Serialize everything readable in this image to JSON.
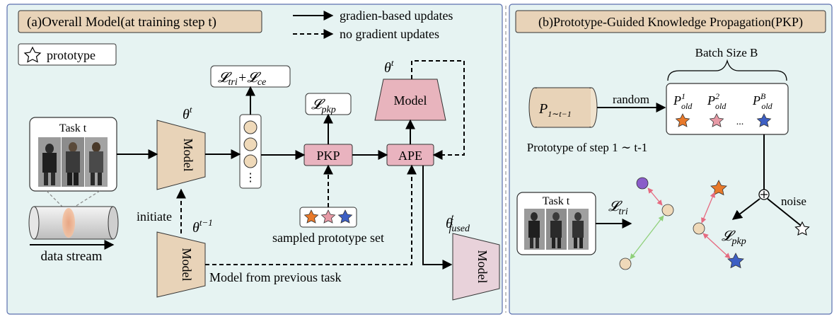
{
  "panel_a": {
    "title": "(a)Overall Model(at training step t)",
    "legend_prototype": "prototype",
    "legend_grad": "gradien-based updates",
    "legend_nograd": "no gradient updates",
    "task_title": "Task t",
    "data_stream": "data stream",
    "model_label": "Model",
    "theta_t": "θ",
    "theta_t_sup": "t",
    "theta_prev": "θ",
    "theta_prev_sup": "t−1",
    "theta_fused": "θ",
    "theta_fused_sup": "t",
    "theta_fused_sub": "fused",
    "initiate": "initiate",
    "loss_tri_ce_1": "𝓛",
    "loss_tri_sub": "tri",
    "loss_plus": "+𝓛",
    "loss_ce_sub": "ce",
    "loss_pkp": "𝓛",
    "loss_pkp_sub": "pkp",
    "pkp_box": "PKP",
    "ape_box": "APE",
    "sampled": "sampled prototype set",
    "model_prev_task": "Model from previous task",
    "dots": "⋮"
  },
  "panel_b": {
    "title": "(b)Prototype-Guided Knowledge Propagation(PKP)",
    "batch_size": "Batch Size B",
    "p_range": "P",
    "p_range_sub": "1∼t−1",
    "random": "random",
    "proto_of_step": "Prototype of step 1 ∼ t-1",
    "p_old": "P",
    "p_old_sub": "old",
    "p_sup_1": "1",
    "p_sup_2": "2",
    "p_sup_b": "B",
    "ellipsis": "...",
    "task_title": "Task t",
    "noise": "noise",
    "loss_tri": "𝓛",
    "loss_tri_sub": "tri",
    "loss_pkp": "𝓛",
    "loss_pkp_sub": "pkp"
  },
  "colors": {
    "panel_bg": "#e6f3f2",
    "panel_border": "#5b6fae",
    "title_bg": "#e8d3b8",
    "model_tan": "#e8d3b8",
    "model_pink": "#e8b4bd",
    "model_lilac": "#e8d2da",
    "box_pink": "#e9b3bf",
    "circle_tan": "#efd9b9",
    "star_orange": "#e8792a",
    "star_pink": "#e79aa6",
    "star_blue": "#3d5fc4",
    "dot_purple": "#8a5cc9",
    "arrow_pink": "#e66a80",
    "arrow_green": "#8fd07a"
  }
}
